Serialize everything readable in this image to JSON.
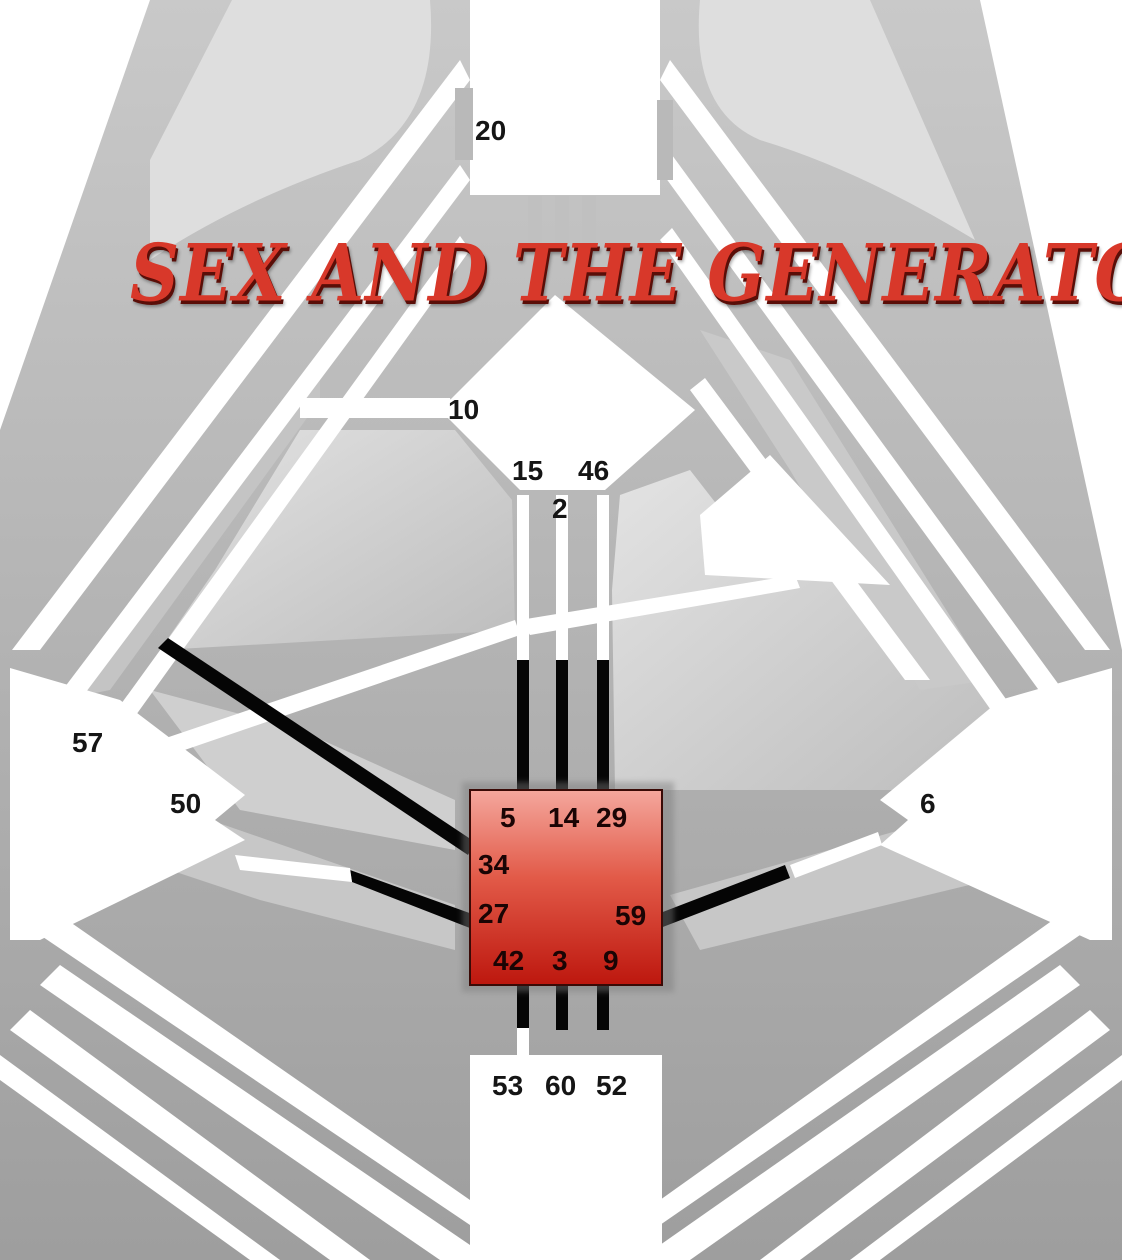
{
  "title": "SEX AND THE GENERATOR",
  "colors": {
    "sacral_red": "#d8382a",
    "sacral_red_dark": "#b8140c",
    "defined_channel": "#050505",
    "background_gray": "#b4b4b4",
    "channel_white": "#ffffff"
  },
  "gates": {
    "g20": "20",
    "g10": "10",
    "g15": "15",
    "g46": "46",
    "g2": "2",
    "g57": "57",
    "g50": "50",
    "g6": "6",
    "g5": "5",
    "g14": "14",
    "g29": "29",
    "g34": "34",
    "g27": "27",
    "g59": "59",
    "g42": "42",
    "g3": "3",
    "g9": "9",
    "g53": "53",
    "g60": "60",
    "g52": "52"
  }
}
